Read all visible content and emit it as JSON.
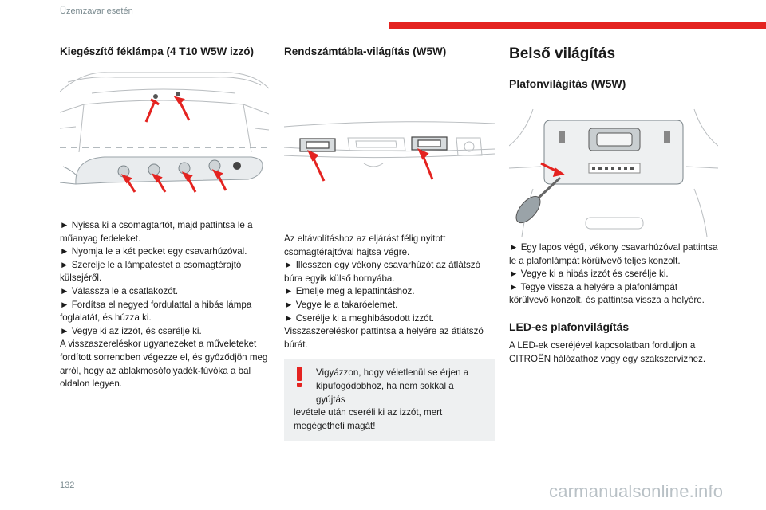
{
  "header": {
    "section": "Üzemzavar esetén",
    "accent_color": "#e42320"
  },
  "col1": {
    "title": "Kiegészítő féklámpa (4 T10 W5W izzó)",
    "paragraphs": [
      "► Nyissa ki a csomagtartót, majd pattintsa le a műanyag fedeleket.",
      "► Nyomja le a két pecket egy csavarhúzóval.",
      "► Szerelje le a lámpatestet a csomagtérajtó külsejéről.",
      "► Válassza le a csatlakozót.",
      "► Fordítsa el negyed fordulattal a hibás lámpa foglalatát, és húzza ki.",
      "► Vegye ki az izzót, és cserélje ki.",
      "A visszaszereléskor ugyanezeket a műveleteket fordított sorrendben végezze el, és győződjön meg arról, hogy az ablakmosófolyadék-fúvóka a bal oldalon legyen."
    ]
  },
  "col2": {
    "title": "Rendszámtábla-világítás (W5W)",
    "paragraphs": [
      "Az eltávolításhoz az eljárást félig nyitott csomagtérajtóval hajtsa végre.",
      "► Illesszen egy vékony csavarhúzót az átlátszó búra egyik külső hornyába.",
      "► Emelje meg a lepattintáshoz.",
      "► Vegye le a takaróelemet.",
      "► Cserélje ki a meghibásodott izzót.",
      "Visszaszereléskor pattintsa a helyére az átlátszó búrát."
    ],
    "warning": {
      "line1": "Vigyázzon, hogy véletlenül se érjen a kipufogódobhoz, ha nem sokkal a gyújtás",
      "line2": "levétele után cseréli ki az izzót, mert megégetheti magát!",
      "icon": "exclamation-icon",
      "icon_color": "#e42320"
    }
  },
  "col3": {
    "title": "Belső világítás",
    "sub1": "Plafonvilágítás (W5W)",
    "paragraphs": [
      "► Egy lapos végű, vékony csavarhúzóval pattintsa le a plafonlámpát körülvevő teljes konzolt.",
      "► Vegye ki a hibás izzót és cserélje ki.",
      "► Tegye vissza a helyére a plafonlámpát körülvevő konzolt, és pattintsa vissza a helyére."
    ],
    "sub2": "LED-es plafonvilágítás",
    "led_text": "A LED-ek cseréjével kapcsolatban forduljon a CITROËN hálózathoz vagy egy szakszervizhez."
  },
  "footer": {
    "page_number": "132",
    "watermark": "carmanualsonline.info"
  }
}
